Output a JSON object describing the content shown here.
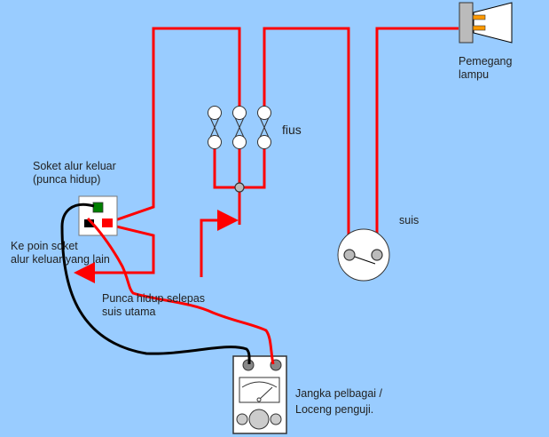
{
  "labels": {
    "lamp_holder": [
      "Pemegang",
      "lampu"
    ],
    "fuse": "fius",
    "switch": "suis",
    "socket": [
      "Soket alur keluar",
      "(punca hidup)"
    ],
    "other_sockets": [
      "Ke poin soket",
      "alur keluar yang lain"
    ],
    "live_after_switch": [
      "Punca hidup selepas",
      "suis utama"
    ],
    "meter": [
      "Jangka pelbagai /",
      "Loceng penguji."
    ]
  },
  "colors": {
    "background": "#99ccff",
    "live_wire": "#ff0000",
    "probe_black": "#000000",
    "socket_earth": "#008000",
    "lamp_pins": "#ff9900"
  }
}
